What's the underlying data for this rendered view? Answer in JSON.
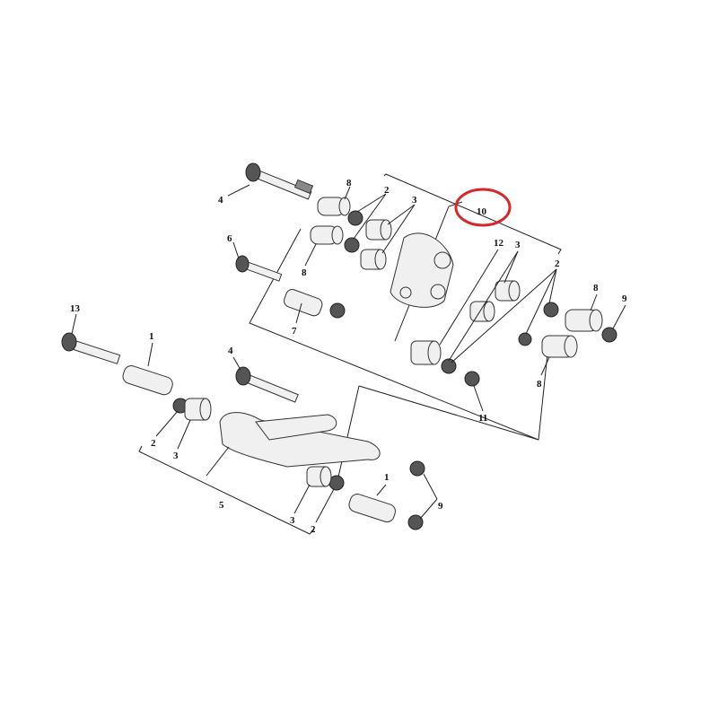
{
  "diagram": {
    "title": "Rear suspension linkage exploded view",
    "highlight_color": "#d9262c",
    "labels": [
      "4",
      "8",
      "2",
      "3",
      "10",
      "6",
      "8",
      "12",
      "3",
      "2",
      "8",
      "9",
      "7",
      "13",
      "1",
      "4",
      "11",
      "8",
      "2",
      "3",
      "5",
      "1",
      "9",
      "3",
      "2"
    ]
  }
}
